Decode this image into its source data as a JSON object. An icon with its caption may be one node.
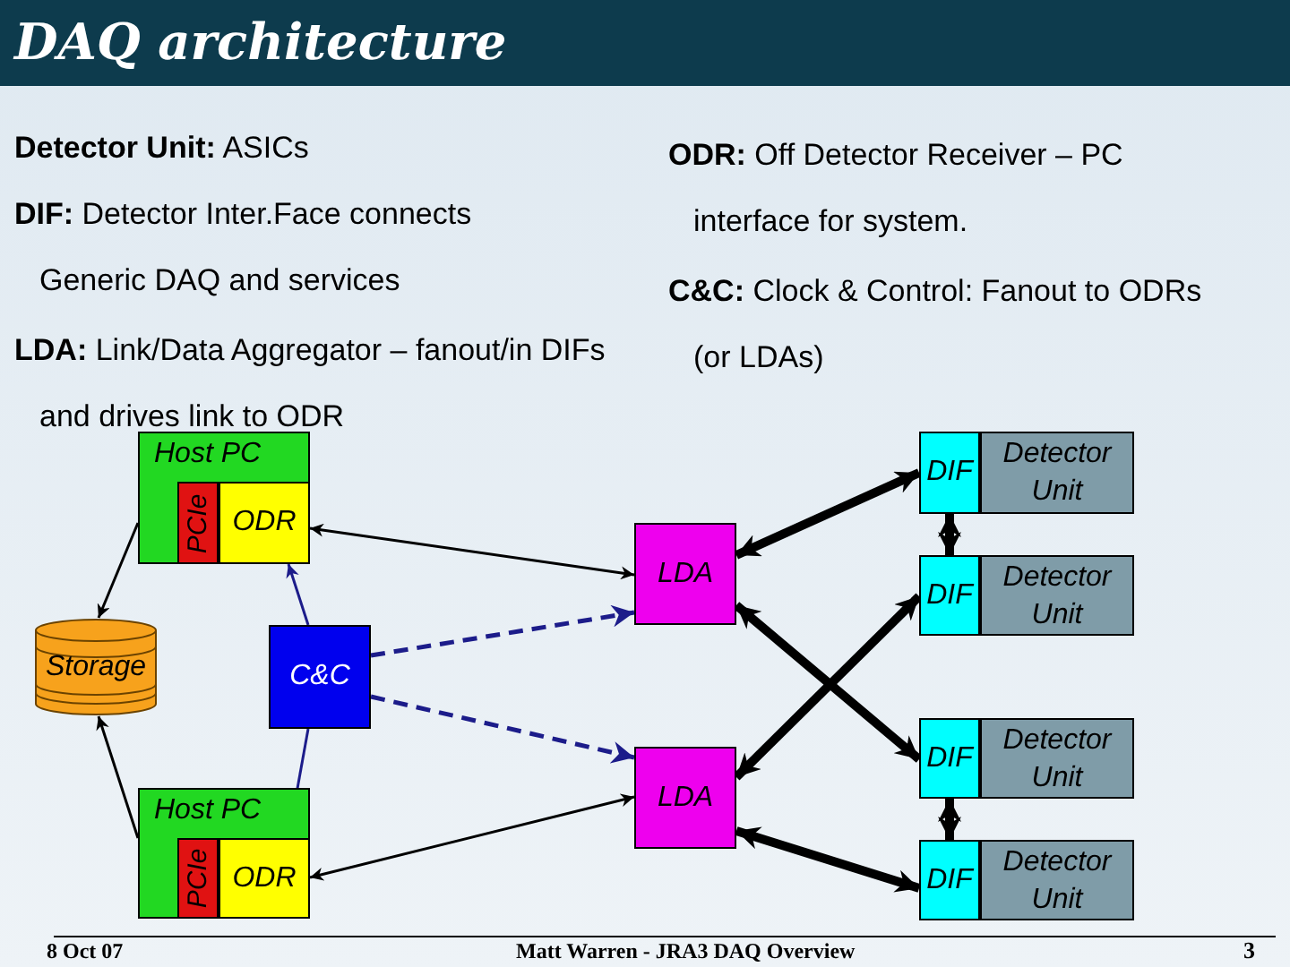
{
  "diagram": {
    "title": "DAQ architecture",
    "nodes": [
      {
        "text": [
          "Host PC"
        ]
      },
      {
        "text": [
          "PCIe"
        ],
        "in": 0
      },
      {
        "text": [
          "ODR"
        ],
        "in": 0
      },
      {
        "text": [
          "Storage"
        ]
      },
      {
        "text": [
          "C&C"
        ]
      },
      {
        "text": [
          "Host PC"
        ]
      },
      {
        "text": [
          "PCIe"
        ],
        "in": 5
      },
      {
        "text": [
          "ODR"
        ],
        "in": 5
      },
      {
        "text": [
          "LDA"
        ]
      },
      {
        "text": [
          "LDA"
        ]
      },
      {
        "text": [
          "DIF"
        ]
      },
      {
        "text": [
          "Detector Unit"
        ]
      },
      {
        "text": [
          "DIF"
        ]
      },
      {
        "text": [
          "Detector Unit"
        ]
      },
      {
        "text": [
          "DIF"
        ]
      },
      {
        "text": [
          "Detector Unit"
        ]
      },
      {
        "text": [
          "DIF"
        ]
      },
      {
        "text": [
          "Detector Unit"
        ]
      }
    ],
    "edges": [
      {
        "from": 0,
        "to": 3,
        "arrow": "to"
      },
      {
        "from": 5,
        "to": 3,
        "arrow": "to"
      },
      {
        "from": 2,
        "to": 8,
        "arrow": "both"
      },
      {
        "from": 7,
        "to": 9,
        "arrow": "both"
      },
      {
        "from": 4,
        "to": 2,
        "arrow": "to",
        "color": "#1c1c8a"
      },
      {
        "from": 4,
        "to": 7,
        "arrow": "to",
        "color": "#1c1c8a"
      },
      {
        "from": 4,
        "to": 8,
        "arrow": "to",
        "style": "dashed",
        "color": "#1c1c8a"
      },
      {
        "from": 4,
        "to": 9,
        "arrow": "to",
        "style": "dashed",
        "color": "#1c1c8a"
      },
      {
        "from": 8,
        "to": 10,
        "arrow": "both",
        "style": "thick"
      },
      {
        "from": 8,
        "to": 14,
        "arrow": "both",
        "style": "thick"
      },
      {
        "from": 9,
        "to": 12,
        "arrow": "both",
        "style": "thick"
      },
      {
        "from": 9,
        "to": 16,
        "arrow": "both",
        "style": "thick"
      },
      {
        "from": 10,
        "to": 12,
        "arrow": "both",
        "style": "thick"
      },
      {
        "from": 14,
        "to": 16,
        "arrow": "both",
        "style": "thick"
      }
    ],
    "labels": [
      "**Detector Unit:** ASICs",
      "**DIF:** Detector Inter.Face connects Generic DAQ and services",
      "**LDA:** Link/Data Aggregator – fanout/in DIFs and drives link to ODR",
      "**ODR:** Off Detector Receiver – PC interface for system.",
      "**C&C:** Clock & Control: Fanout to ODRs (or LDAs)",
      "8 Oct 07",
      "Matt Warren - JRA3 DAQ Overview",
      "3"
    ]
  }
}
